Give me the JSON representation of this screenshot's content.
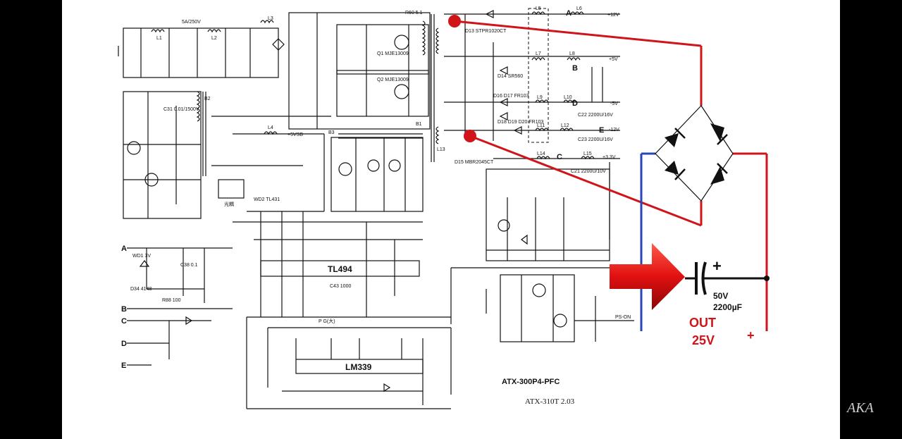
{
  "schematic": {
    "model_title": "ATX-300P4-PFC",
    "model_subtitle": "ATX-310T 2.03",
    "ic_pwm": "TL494",
    "ic_comparator": "LM339",
    "rails": {
      "plus12": "+12V",
      "plus5": "+5V",
      "minus5": "-5V",
      "minus12": "-12V",
      "plus3v3": "+3.3V",
      "plus5vsb": "+5VSB"
    },
    "pins": {
      "a_left": "A",
      "b_left": "B",
      "c_left": "C",
      "d_left": "D",
      "e_left": "E",
      "a_right": "A",
      "b_right": "B",
      "c_right": "C",
      "d_right": "D",
      "e_right": "E"
    },
    "labels": {
      "ps_on": "PS-ON",
      "pg": "P G(大)",
      "optocoupler": "光耦",
      "b1": "B1",
      "b2": "B2",
      "b3": "B3",
      "l1": "L1",
      "l2": "L2",
      "l3": "L3",
      "l4": "L4",
      "l5": "L5",
      "l6": "L6",
      "l7": "L7",
      "l8": "L8",
      "l9": "L9",
      "l10": "L10",
      "l11": "L11",
      "l12": "L12",
      "l13": "L13",
      "l14": "L14",
      "l15": "L15",
      "fuse": "5A/250V",
      "q1": "Q1 MJE13009",
      "q2": "Q2 MJE13009",
      "d13": "D13 STPR1020CT",
      "d14": "D14 SR560",
      "d15": "D15 MBR2045CT",
      "r60": "R60 5.1",
      "d16": "D16 D17 FR103",
      "d18": "D18 D19 D20 FR103",
      "c21": "C21 2200U/10V",
      "c22": "C22 2200U/16V",
      "c23": "C23 2200U/16V",
      "wd1": "WD1 3V",
      "wd2": "WD2 TL431",
      "c31": "C31 0.01/1500V",
      "dz": "D34 4148",
      "r88": "R88 100",
      "c38": "C38 0.1",
      "c43": "C43 1000"
    },
    "annotation": {
      "capacitor_voltage": "50V",
      "capacitor_value": "2200µF",
      "out_label": "OUT",
      "out_voltage": "25V",
      "polarity_plus": "+",
      "cap_plus": "+"
    },
    "watermark": "AKA",
    "colors": {
      "red": "#d0141a",
      "blue": "#2a45b8",
      "arrow_red": "#e01010",
      "black": "#111111"
    }
  }
}
